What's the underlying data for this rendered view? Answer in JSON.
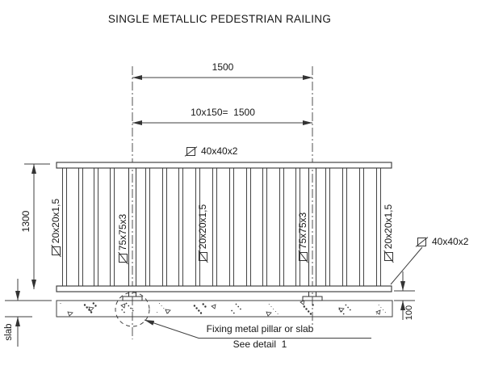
{
  "title": "SINGLE METALLIC PEDESTRIAN RAILING",
  "dimensions": {
    "span": "1500",
    "spacing": "10x150=  1500",
    "height": "1300",
    "rail_to_slab": "100",
    "slab": "slab"
  },
  "labels": {
    "rail_section": "40x40x2",
    "baluster_section": "20x20x1,5",
    "pillar_section": "75x75x3"
  },
  "notes": {
    "fixing": "Fixing metal pillar or slab",
    "see_detail": "See detail  1"
  },
  "colors": {
    "line": "#3f3f3f",
    "text": "#161616",
    "background": "#ffffff"
  }
}
